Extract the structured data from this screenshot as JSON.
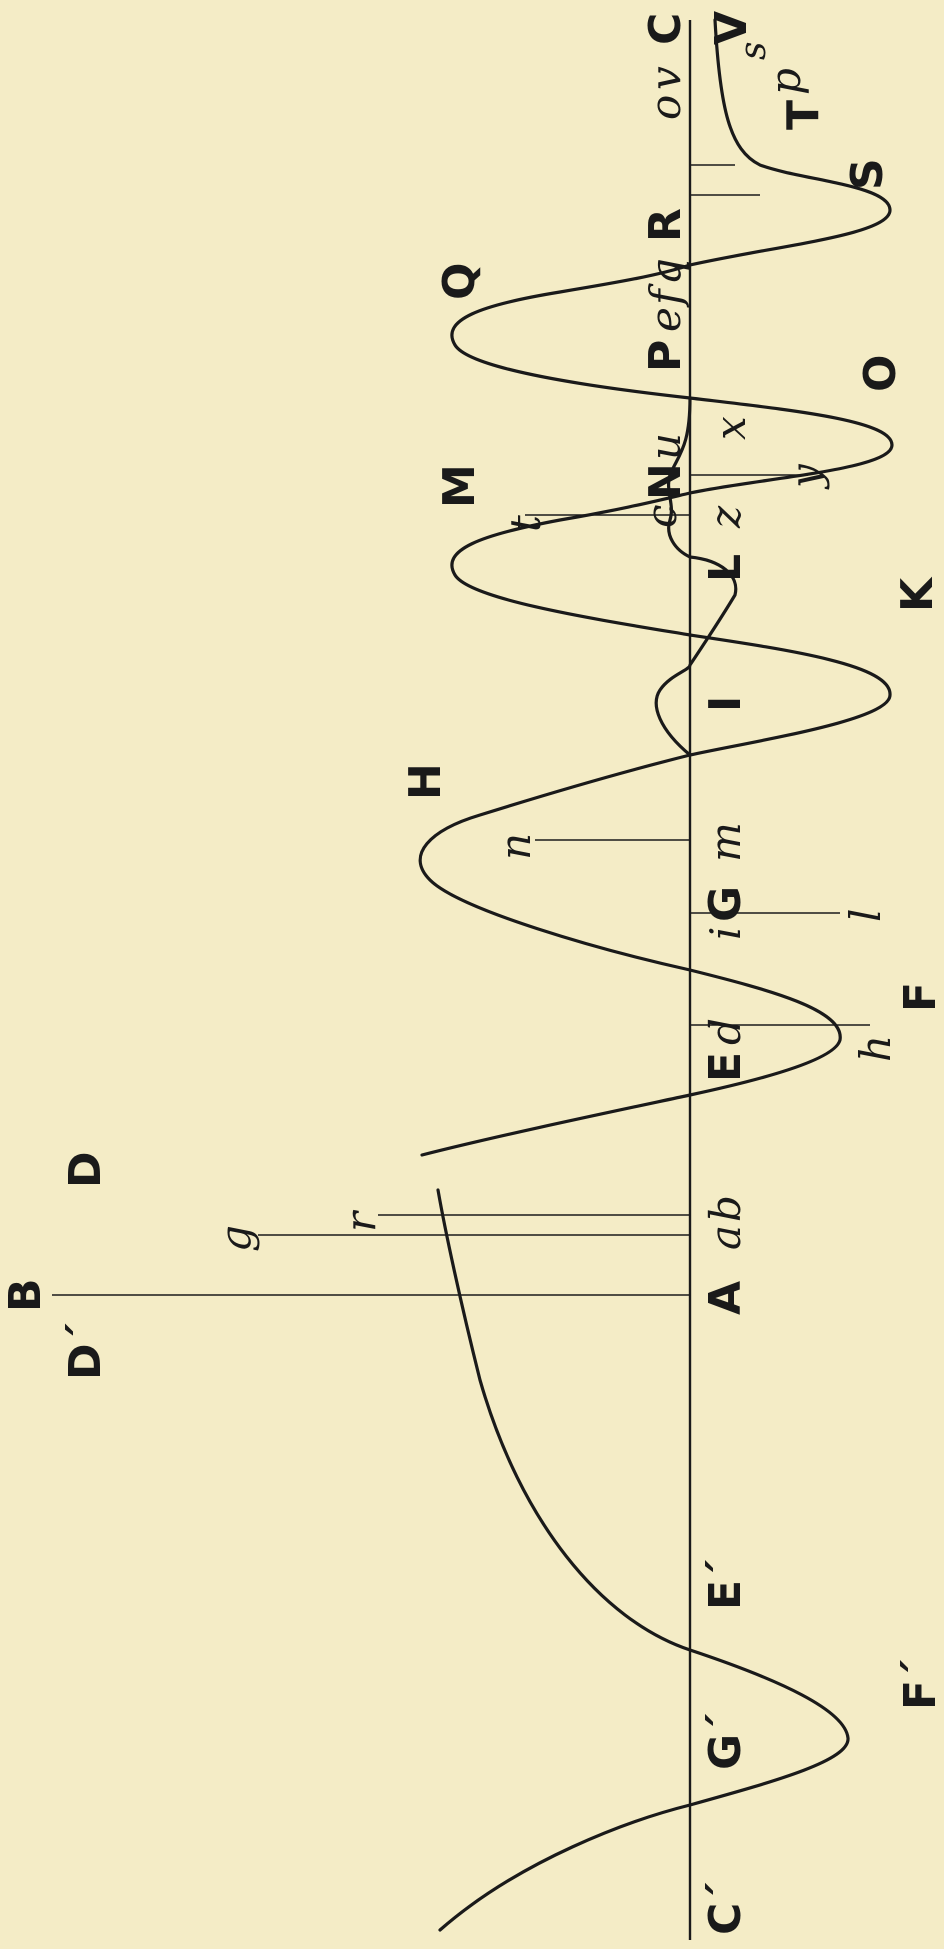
{
  "labels": {
    "C_prime": "C´",
    "G_prime": "G´",
    "E_prime": "E´",
    "F_prime": "F´",
    "D_prime": "D´",
    "B": "B",
    "A": "A",
    "D": "D",
    "a": "a",
    "b": "b",
    "g": "g",
    "r": "r",
    "E": "E",
    "d": "d",
    "h": "h",
    "F": "F",
    "i": "i",
    "G": "G",
    "l": "l",
    "m": "m",
    "n": "n",
    "H": "H",
    "I": "I",
    "K": "K",
    "L": "L",
    "M": "M",
    "t": "t",
    "c": "c",
    "z": "z",
    "N": "N",
    "u": "u",
    "y": "y",
    "x": "x",
    "O": "O",
    "P": "P",
    "e": "e",
    "f": "f",
    "q": "q",
    "Q": "Q",
    "R": "R",
    "S": "S",
    "T": "T",
    "o": "o",
    "v": "v",
    "p": "p",
    "s": "s",
    "C": "C",
    "V": "V"
  }
}
